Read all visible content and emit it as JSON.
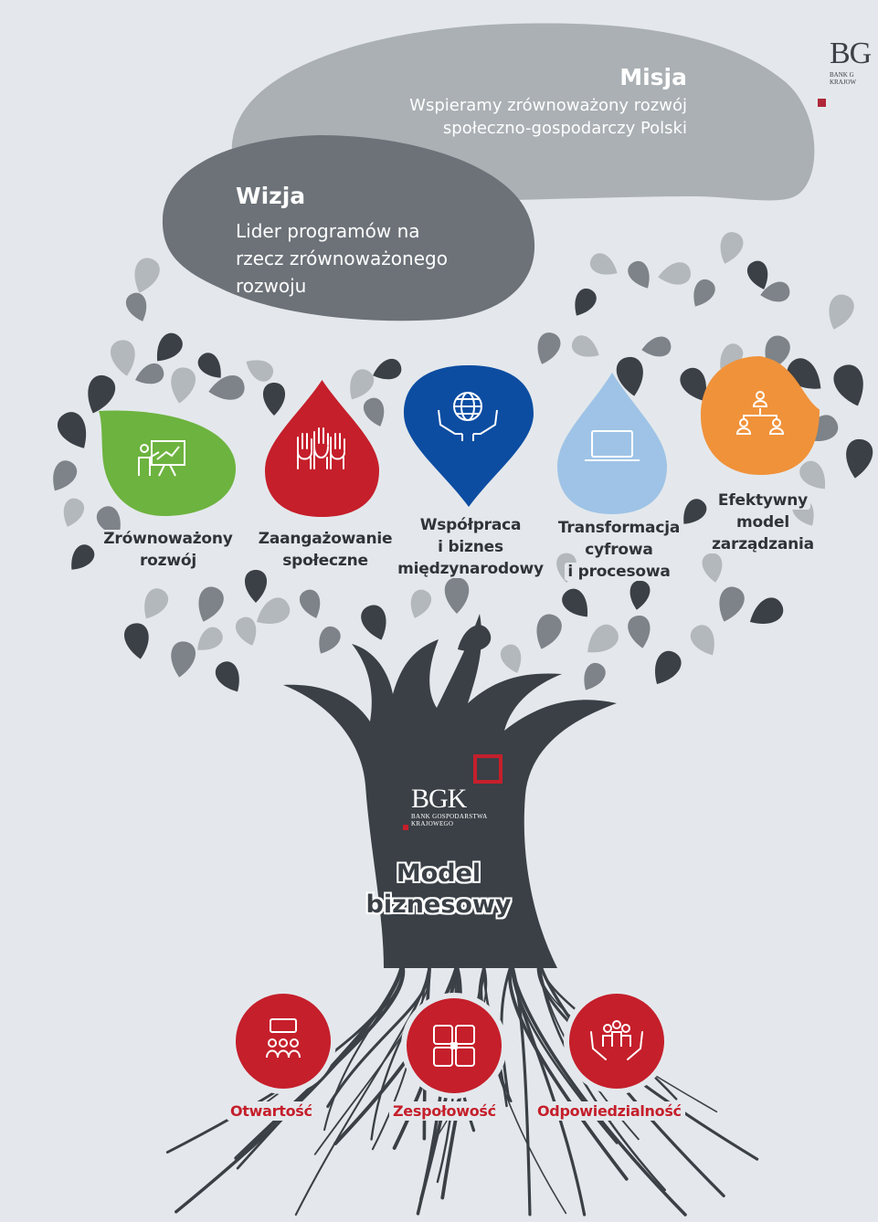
{
  "mission": {
    "title": "Misja",
    "text_line1": "Wspieramy zrównoważony rozwój",
    "text_line2": "społeczno-gospodarczy Polski"
  },
  "vision": {
    "title": "Wizja",
    "text_line1": "Lider programów na",
    "text_line2": "rzecz zrównoważonego",
    "text_line3": "rozwoju"
  },
  "logo": {
    "name": "BGK",
    "full_name_line1": "BANK GOSPODARSTWA",
    "full_name_line2": "KRAJOWEGO",
    "corner_letters": "BG",
    "corner_line1": "BANK G",
    "corner_line2": "KRAJOW"
  },
  "trunk": {
    "label_line1": "Model",
    "label_line2": "biznesowy"
  },
  "pillars": [
    {
      "line1": "Zrównoważony",
      "line2": "rozwój",
      "line3": "",
      "color": "#6db33f",
      "icon": "presentation-chart-icon"
    },
    {
      "line1": "Zaangażowanie",
      "line2": "społeczne",
      "line3": "",
      "color": "#c51f2b",
      "icon": "raised-hands-icon"
    },
    {
      "line1": "Współpraca",
      "line2": "i biznes",
      "line3": "międzynarodowy",
      "color": "#0c4da2",
      "icon": "globe-in-hands-icon"
    },
    {
      "line1": "Transformacja",
      "line2": "cyfrowa",
      "line3": "i procesowa",
      "color": "#9ec3e6",
      "icon": "laptop-icon"
    },
    {
      "line1": "Efektywny",
      "line2": "model",
      "line3": "zarządzania",
      "color": "#f0923a",
      "icon": "org-chart-icon"
    }
  ],
  "values": [
    {
      "label": "Otwartość",
      "icon": "discussion-group-icon"
    },
    {
      "label": "Zespołowość",
      "icon": "puzzle-hands-icon"
    },
    {
      "label": "Odpowiedzialność",
      "icon": "people-in-hands-icon"
    }
  ],
  "colors": {
    "background": "#e4e8ec",
    "trunk": "#3a4046",
    "mission_bubble": "#aab0b4",
    "vision_bubble": "#6c7278",
    "value_red": "#c51f2b",
    "leaf_dark": "#3a4046",
    "leaf_mid": "#7d8389",
    "leaf_light": "#b3b8bc"
  }
}
